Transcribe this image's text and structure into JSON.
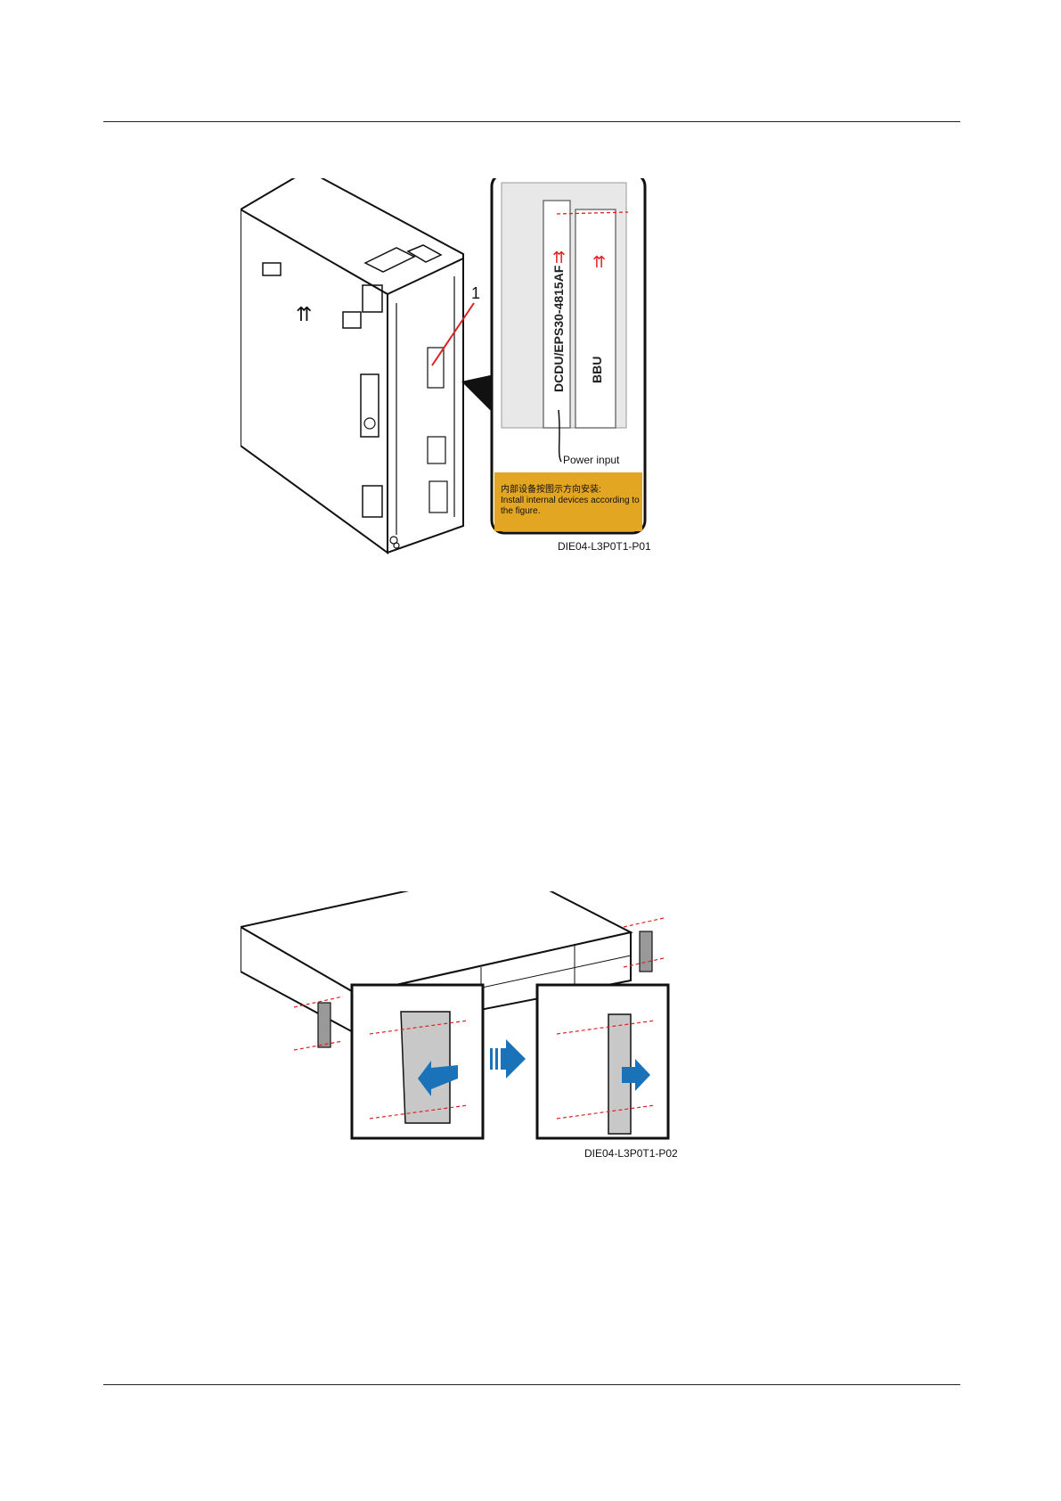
{
  "figure1": {
    "callout": "1",
    "label_dcdu": "DCDU/EPS30-4815AF",
    "label_bbu": "BBU",
    "label_power": "Power input",
    "note_line1": "内部设备按图示方向安装:",
    "note_line2": "Install internal devices according to",
    "note_line3": "the figure.",
    "caption": "DIE04-L3P0T1-P01",
    "colors": {
      "note_bg": "#e3a623",
      "arrow_red": "#e02020",
      "screw_line": "#e02020"
    }
  },
  "figure2": {
    "caption": "DIE04-L3P0T1-P02",
    "colors": {
      "arrow_blue": "#1a73b8",
      "screw_line": "#e02020"
    }
  }
}
